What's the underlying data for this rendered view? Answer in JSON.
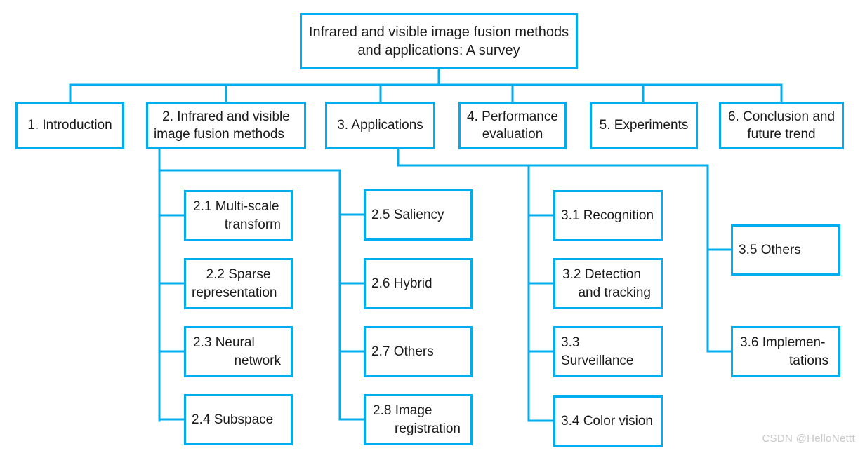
{
  "diagram": {
    "type": "tree-hierarchy",
    "accent_color": "#00AEEF",
    "text_color": "#1a1a1a",
    "background": "#ffffff",
    "root": {
      "line1": "Infrared and visible image fusion methods",
      "line2": "and applications: A survey"
    },
    "level1": [
      {
        "id": "n1",
        "line1": "1. Introduction",
        "line2": ""
      },
      {
        "id": "n2",
        "line1": "2. Infrared and visible",
        "line2": "image fusion methods"
      },
      {
        "id": "n3",
        "line1": "3. Applications",
        "line2": ""
      },
      {
        "id": "n4",
        "line1": "4. Performance",
        "line2": "evaluation"
      },
      {
        "id": "n5",
        "line1": "5. Experiments",
        "line2": ""
      },
      {
        "id": "n6",
        "line1": "6. Conclusion and",
        "line2": "future trend"
      }
    ],
    "level2_methods_col1": [
      {
        "id": "n21",
        "line1": "2.1 Multi-scale",
        "line2": "transform"
      },
      {
        "id": "n22",
        "line1": "2.2 Sparse",
        "line2": "representation"
      },
      {
        "id": "n23",
        "line1": "2.3 Neural",
        "line2": "network"
      },
      {
        "id": "n24",
        "line1": "2.4 Subspace",
        "line2": ""
      }
    ],
    "level2_methods_col2": [
      {
        "id": "n25",
        "line1": "2.5 Saliency",
        "line2": ""
      },
      {
        "id": "n26",
        "line1": "2.6 Hybrid",
        "line2": ""
      },
      {
        "id": "n27",
        "line1": "2.7 Others",
        "line2": ""
      },
      {
        "id": "n28",
        "line1": "2.8 Image",
        "line2": "registration"
      }
    ],
    "level2_apps_col1": [
      {
        "id": "n31",
        "line1": "3.1 Recognition",
        "line2": ""
      },
      {
        "id": "n32",
        "line1": "3.2 Detection",
        "line2": "and tracking"
      },
      {
        "id": "n33",
        "line1": "3.3 Surveillance",
        "line2": ""
      },
      {
        "id": "n34",
        "line1": "3.4 Color vision",
        "line2": ""
      }
    ],
    "level2_apps_col2": [
      {
        "id": "n35",
        "line1": "3.5 Others",
        "line2": ""
      },
      {
        "id": "n36",
        "line1": "3.6 Implemen-",
        "line2": "tations"
      }
    ]
  },
  "watermark": "CSDN @HelloNettt"
}
